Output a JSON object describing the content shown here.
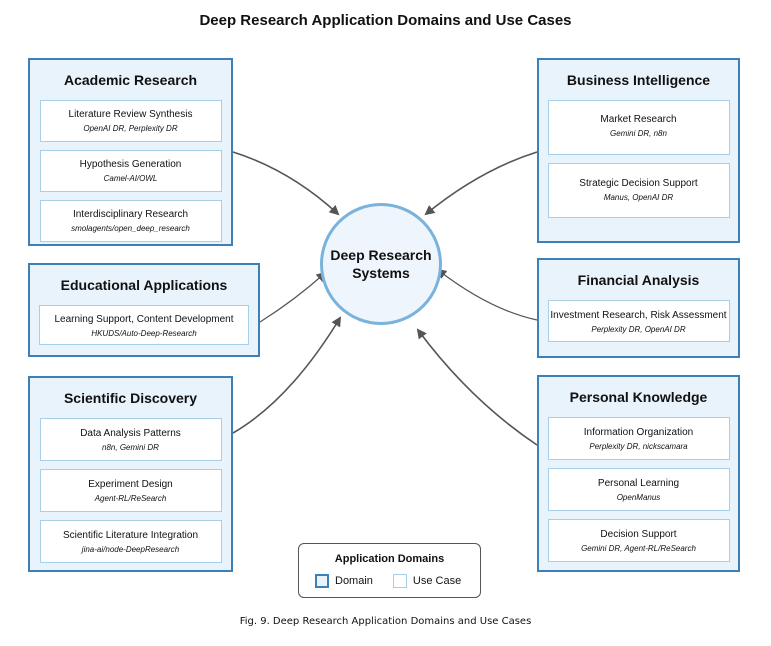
{
  "title": "Deep Research Application Domains and Use Cases",
  "center": {
    "line1": "Deep Research",
    "line2": "Systems"
  },
  "domains": {
    "academic": {
      "title": "Academic Research",
      "cases": [
        {
          "name": "Literature Review Synthesis",
          "tools": "OpenAI DR, Perplexity DR"
        },
        {
          "name": "Hypothesis Generation",
          "tools": "Camel-AI/OWL"
        },
        {
          "name": "Interdisciplinary Research",
          "tools": "smolagents/open_deep_research"
        }
      ]
    },
    "educational": {
      "title": "Educational Applications",
      "cases": [
        {
          "name": "Learning Support, Content Development",
          "tools": "HKUDS/Auto-Deep-Research"
        }
      ]
    },
    "scientific": {
      "title": "Scientific Discovery",
      "cases": [
        {
          "name": "Data Analysis Patterns",
          "tools": "n8n, Gemini DR"
        },
        {
          "name": "Experiment Design",
          "tools": "Agent-RL/ReSearch"
        },
        {
          "name": "Scientific Literature Integration",
          "tools": "jina-ai/node-DeepResearch"
        }
      ]
    },
    "business": {
      "title": "Business Intelligence",
      "cases": [
        {
          "name": "Market Research",
          "tools": "Gemini DR, n8n"
        },
        {
          "name": "Strategic Decision Support",
          "tools": "Manus, OpenAI DR"
        }
      ]
    },
    "financial": {
      "title": "Financial Analysis",
      "cases": [
        {
          "name": "Investment Research, Risk Assessment",
          "tools": "Perplexity DR, OpenAI DR"
        }
      ]
    },
    "personal": {
      "title": "Personal Knowledge",
      "cases": [
        {
          "name": "Information Organization",
          "tools": "Perplexity DR, nickscamara"
        },
        {
          "name": "Personal Learning",
          "tools": "OpenManus"
        },
        {
          "name": "Decision Support",
          "tools": "Gemini DR, Agent-RL/ReSearch"
        }
      ]
    }
  },
  "legend": {
    "title": "Application Domains",
    "domain_label": "Domain",
    "usecase_label": "Use Case"
  },
  "colors": {
    "domain_border": "#3b80b8",
    "domain_fill": "#e9f3fc",
    "usecase_border": "#a8cfe9",
    "center_border": "#79b3db",
    "arrow": "#555555"
  },
  "caption": "Fig. 9. Deep Research Application Domains and Use Cases"
}
